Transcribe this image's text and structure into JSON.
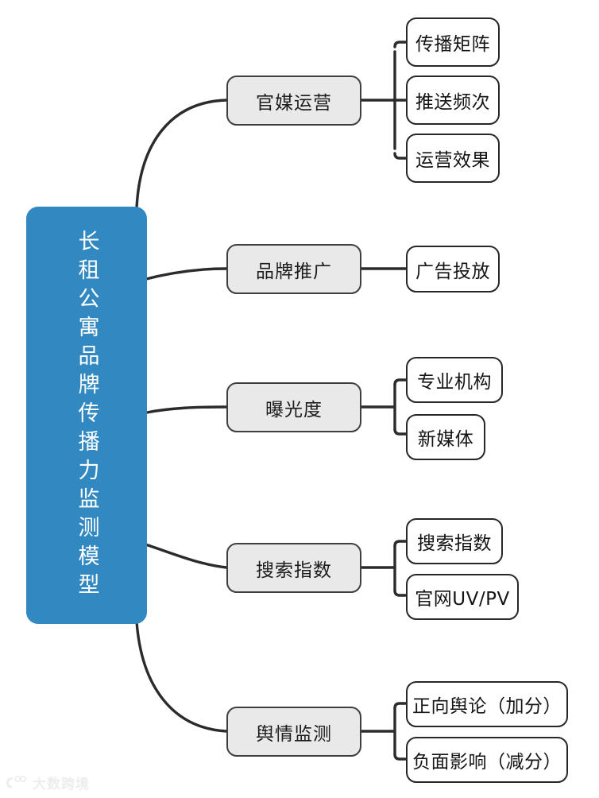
{
  "diagram": {
    "type": "mind-map",
    "orientation": "left-to-right",
    "root": {
      "label": "长租公寓品牌传播力监测模型",
      "text_direction": "vertical",
      "fill": "#3288c0",
      "text_color": "#ffffff"
    },
    "branch_style": {
      "fill": "#e9e9e9",
      "border": "#3f3f3f",
      "text_color": "#1c1c1c"
    },
    "leaf_style": {
      "fill": "#ffffff",
      "border": "#27272a",
      "text_color": "#141414"
    },
    "edge_color": "#2b2b2b",
    "branches": [
      {
        "label": "官媒运营",
        "children": [
          {
            "label": "传播矩阵"
          },
          {
            "label": "推送频次"
          },
          {
            "label": "运营效果"
          }
        ]
      },
      {
        "label": "品牌推广",
        "children": [
          {
            "label": "广告投放"
          }
        ]
      },
      {
        "label": "曝光度",
        "children": [
          {
            "label": "专业机构"
          },
          {
            "label": "新媒体"
          }
        ]
      },
      {
        "label": "搜索指数",
        "children": [
          {
            "label": "搜索指数"
          },
          {
            "label": "官网UV/PV"
          }
        ]
      },
      {
        "label": "舆情监测",
        "children": [
          {
            "label": "正向舆论（加分）"
          },
          {
            "label": "负面影响（减分）"
          }
        ]
      }
    ]
  },
  "watermark": {
    "text": "大数跨境",
    "color": "#ededed"
  }
}
